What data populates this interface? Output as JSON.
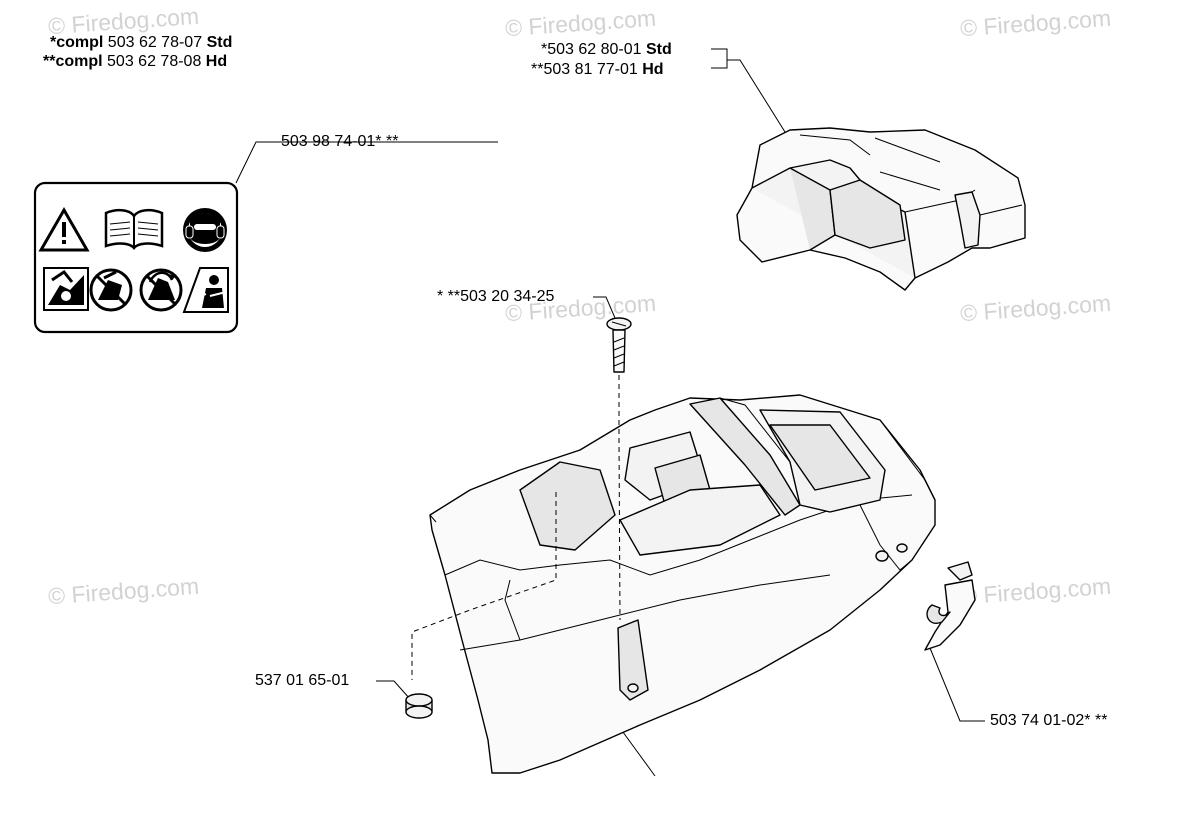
{
  "labels": {
    "compl_std": {
      "prefix": "*compl",
      "number": "503 62 78-07",
      "suffix": "Std"
    },
    "compl_hd": {
      "prefix": "**compl",
      "number": "503 62 78-08",
      "suffix": "Hd"
    },
    "cover_std": {
      "number": "*503 62 80-01",
      "suffix": "Std"
    },
    "cover_hd": {
      "number": "**503 81 77-01",
      "suffix": "Hd"
    },
    "decal": "503 98 74-01* **",
    "screw": "* **503 20 34-25",
    "grommet": "537 01 65-01",
    "clip": "503 74 01-02* **"
  },
  "watermark": "© Firedog.com",
  "icons": [
    "warning-triangle-icon",
    "manual-book-icon",
    "ear-eye-protection-icon",
    "hand-hazard-icon",
    "no-one-hand-icon",
    "kickback-icon",
    "two-hand-operation-icon"
  ],
  "colors": {
    "line": "#000000",
    "watermark": "#d2d2d2",
    "part_fill": "#f3f3f3"
  }
}
